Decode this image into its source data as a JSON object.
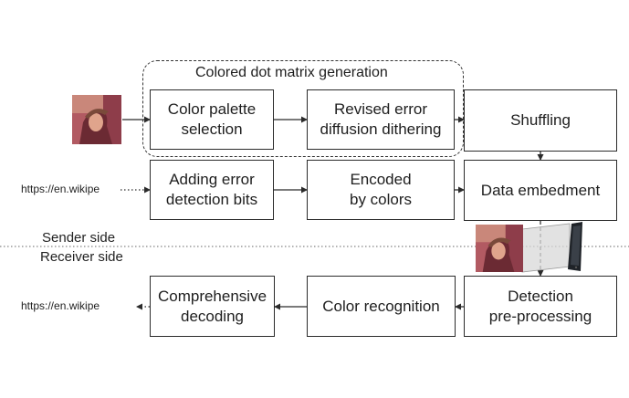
{
  "group": {
    "title": "Colored dot matrix generation"
  },
  "inputs": {
    "url_sender": "https://en.wikipe",
    "url_receiver": "https://en.wikipe"
  },
  "boxes": {
    "color_palette": "Color palette\nselection",
    "dithering": "Revised error\ndiffusion dithering",
    "shuffling": "Shuffling",
    "error_detection": "Adding error\ndetection bits",
    "encoded_colors": "Encoded\nby colors",
    "data_embedment": "Data embedment",
    "detection_preprocessing": "Detection\npre-processing",
    "color_recognition": "Color recognition",
    "comprehensive_decoding": "Comprehensive\ndecoding"
  },
  "divider": {
    "sender_label": "Sender side",
    "receiver_label": "Receiver side"
  },
  "icons": {
    "input_image": "lena-photo-icon",
    "embedded_image": "lena-photo-icon",
    "capture_device": "smartphone-icon"
  }
}
